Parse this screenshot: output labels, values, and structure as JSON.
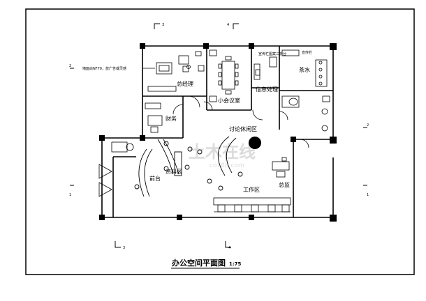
{
  "drawing": {
    "title": "办公空间平面图",
    "scale": "1:75",
    "watermark": "土木在线",
    "watermark_sub": "co188.com",
    "note": "墙面白NF70，放广告或灵感",
    "sign_label": "宣传栏",
    "meeting_note": "宣传栏图案三折台"
  },
  "rooms": {
    "general_manager": "总经理",
    "small_meeting": "小会议室",
    "info_processing": "信息处理",
    "tea_water": "茶水",
    "finance": "财务",
    "discussion_lounge": "讨论休闲区",
    "archives": "资料区",
    "front_desk": "前台",
    "work_area": "工作区",
    "director": "总监"
  },
  "axes": {
    "top_left": "3",
    "top_right": "4",
    "bottom_left": "3",
    "bottom_right": "4",
    "left_upper": "2",
    "left_lower": "1",
    "right_upper": "2",
    "right_lower": "1"
  }
}
